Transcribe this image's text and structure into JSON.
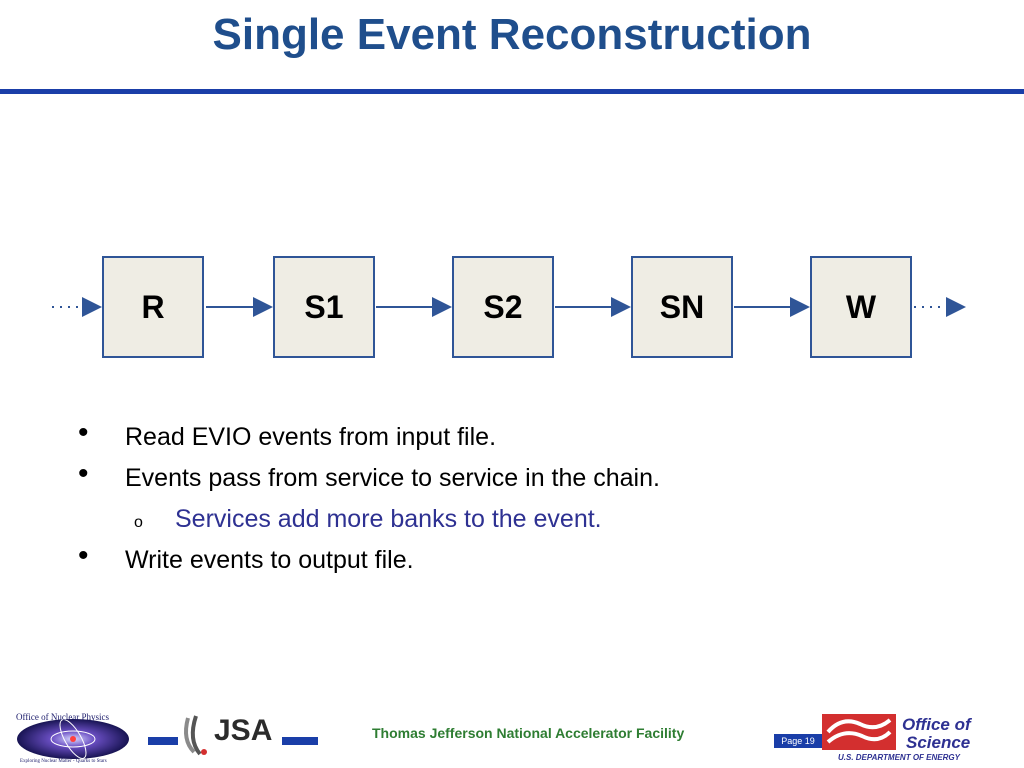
{
  "slide": {
    "title": "Single Event Reconstruction"
  },
  "diagram": {
    "nodes": [
      "R",
      "S1",
      "S2",
      "SN",
      "W"
    ]
  },
  "bullets": [
    {
      "level": 1,
      "text": "Read EVIO events from input file."
    },
    {
      "level": 1,
      "text": "Events pass from service to service in the chain."
    },
    {
      "level": 2,
      "text": "Services add more banks to the event."
    },
    {
      "level": 1,
      "text": "Write events to output file."
    }
  ],
  "footer": {
    "org_text": "Thomas Jefferson National Accelerator Facility",
    "page_label": "Page 19",
    "nuclear_logo_text": "Office of Nuclear Physics",
    "nuclear_logo_subtext": "Exploring Nuclear Matter - Quarks to Stars",
    "jsa_logo_text": "JSA",
    "science_logo_line1": "Office of",
    "science_logo_line2": "Science",
    "science_logo_line3": "U.S. DEPARTMENT OF ENERGY"
  },
  "colors": {
    "title": "#1f4e8c",
    "rule": "#1a3ea8",
    "box_fill": "#efede4",
    "box_border": "#2f5597",
    "sub_bullet": "#2e3192",
    "footer_text": "#2e7d32"
  }
}
